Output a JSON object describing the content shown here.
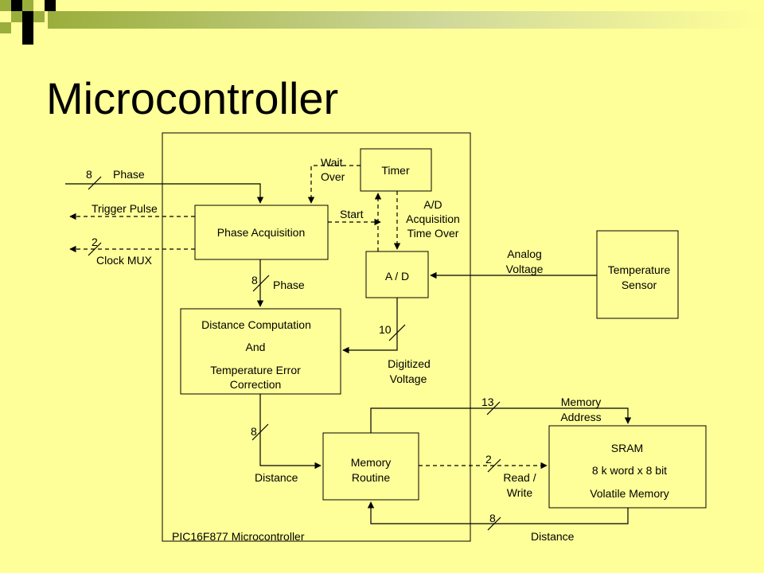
{
  "slide": {
    "title": "Microcontroller",
    "background_color": "#ffff99",
    "accent_colors": [
      "#9aae3c",
      "#000000"
    ]
  },
  "diagram": {
    "container_label": "PIC16F877 Microcontroller",
    "blocks": {
      "timer": "Timer",
      "phase_acquisition": "Phase Acquisition",
      "ad": "A / D",
      "distance_computation": [
        "Distance Computation",
        "And",
        "Temperature Error",
        "Correction"
      ],
      "memory_routine": [
        "Memory",
        "Routine"
      ],
      "temperature_sensor": [
        "Temperature",
        "Sensor"
      ],
      "sram": [
        "SRAM",
        "8 k word x 8 bit",
        "Volatile Memory"
      ]
    },
    "signals": {
      "phase_in": {
        "width": "8",
        "label": "Phase"
      },
      "trigger_pulse": "Trigger Pulse",
      "clock_mux": {
        "width": "2",
        "label": "Clock MUX"
      },
      "wait_over": [
        "Wait",
        "Over"
      ],
      "start": "Start",
      "ad_acquisition": [
        "A/D",
        "Acquisition",
        "Time Over"
      ],
      "analog_voltage": [
        "Analog",
        "Voltage"
      ],
      "phase_internal": {
        "width": "8",
        "label": "Phase"
      },
      "digitized_voltage": {
        "width": "10",
        "label": [
          "Digitized",
          "Voltage"
        ]
      },
      "distance_internal": {
        "width": "8",
        "label": "Distance"
      },
      "memory_address": {
        "width": "13",
        "label": [
          "Memory",
          "Address"
        ]
      },
      "read_write": {
        "width": "2",
        "label": [
          "Read /",
          "Write"
        ]
      },
      "distance_back": {
        "width": "8",
        "label": "Distance"
      }
    }
  }
}
